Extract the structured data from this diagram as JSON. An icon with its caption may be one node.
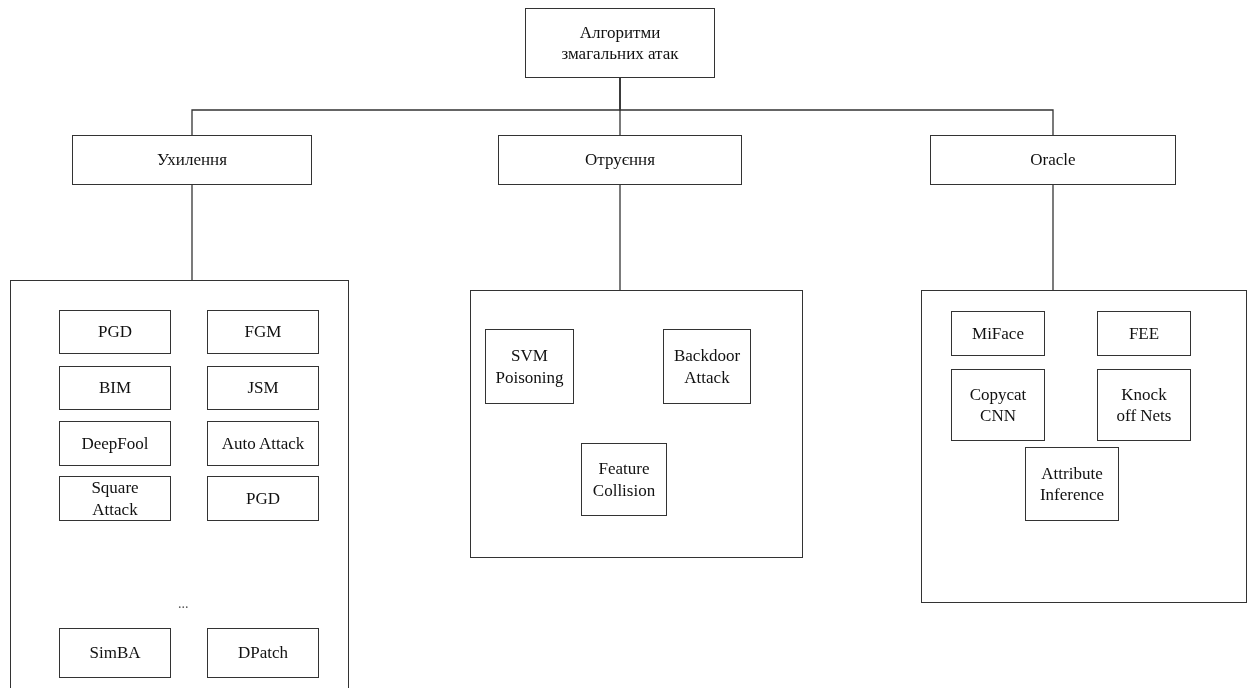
{
  "diagram": {
    "nodes": [
      {
        "text": [
          "Алгоритми змагальних атак"
        ]
      },
      {
        "text": [
          "Ухилення"
        ]
      },
      {
        "text": [
          "Отруєння"
        ]
      },
      {
        "text": [
          "Oracle"
        ]
      },
      {
        "text": [],
        "shape": "box"
      },
      {
        "text": [
          "PGD"
        ],
        "in": 4
      },
      {
        "text": [
          "FGM"
        ],
        "in": 4
      },
      {
        "text": [
          "BIM"
        ],
        "in": 4
      },
      {
        "text": [
          "JSM"
        ],
        "in": 4
      },
      {
        "text": [
          "DeepFool"
        ],
        "in": 4
      },
      {
        "text": [
          "Auto Attack"
        ],
        "in": 4
      },
      {
        "text": [
          "Square Attack"
        ],
        "in": 4
      },
      {
        "text": [
          "PGD"
        ],
        "in": 4
      },
      {
        "text": [
          "SimBA"
        ],
        "in": 4
      },
      {
        "text": [
          "DPatch"
        ],
        "in": 4
      },
      {
        "text": [],
        "shape": "box"
      },
      {
        "text": [
          "SVM Poisoning"
        ],
        "in": 15
      },
      {
        "text": [
          "Backdoor Attack"
        ],
        "in": 15
      },
      {
        "text": [
          "Feature Collision"
        ],
        "in": 15
      },
      {
        "text": [],
        "shape": "box"
      },
      {
        "text": [
          "MiFace"
        ],
        "in": 19
      },
      {
        "text": [
          "FEE"
        ],
        "in": 19
      },
      {
        "text": [
          "Copycat CNN"
        ],
        "in": 19
      },
      {
        "text": [
          "Knock off Nets"
        ],
        "in": 19
      },
      {
        "text": [
          "Attribute Inference"
        ],
        "in": 19
      }
    ],
    "edges": [
      {
        "from": 0,
        "to": 1,
        "arrow": "none"
      },
      {
        "from": 0,
        "to": 2,
        "arrow": "none"
      },
      {
        "from": 0,
        "to": 3,
        "arrow": "none"
      },
      {
        "from": 1,
        "to": 4,
        "arrow": "none"
      },
      {
        "from": 2,
        "to": 15,
        "arrow": "none"
      },
      {
        "from": 3,
        "to": 19,
        "arrow": "none"
      }
    ],
    "labels": [
      "..."
    ]
  }
}
